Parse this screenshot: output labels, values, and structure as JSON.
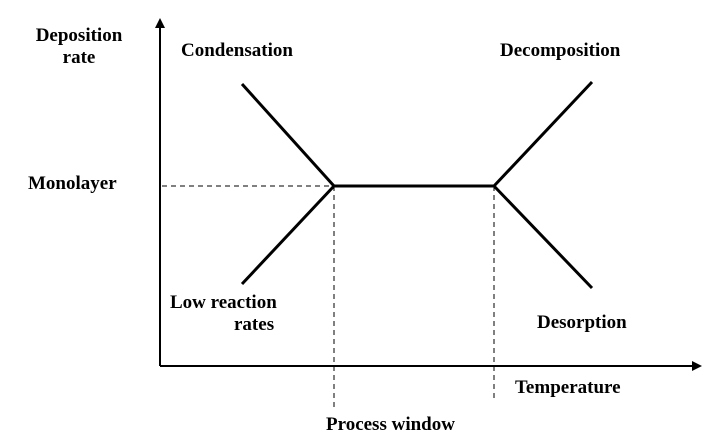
{
  "axes": {
    "y_label_line1": "Deposition",
    "y_label_line2": "rate",
    "x_label": "Temperature",
    "y_marker": "Monolayer",
    "x_marker": "Process window"
  },
  "regions": {
    "top_left": "Condensation",
    "top_right": "Decomposition",
    "bottom_left_line1": "Low reaction",
    "bottom_left_line2": "rates",
    "bottom_right": "Desorption"
  },
  "colors": {
    "line": "#000000",
    "background": "#ffffff"
  }
}
